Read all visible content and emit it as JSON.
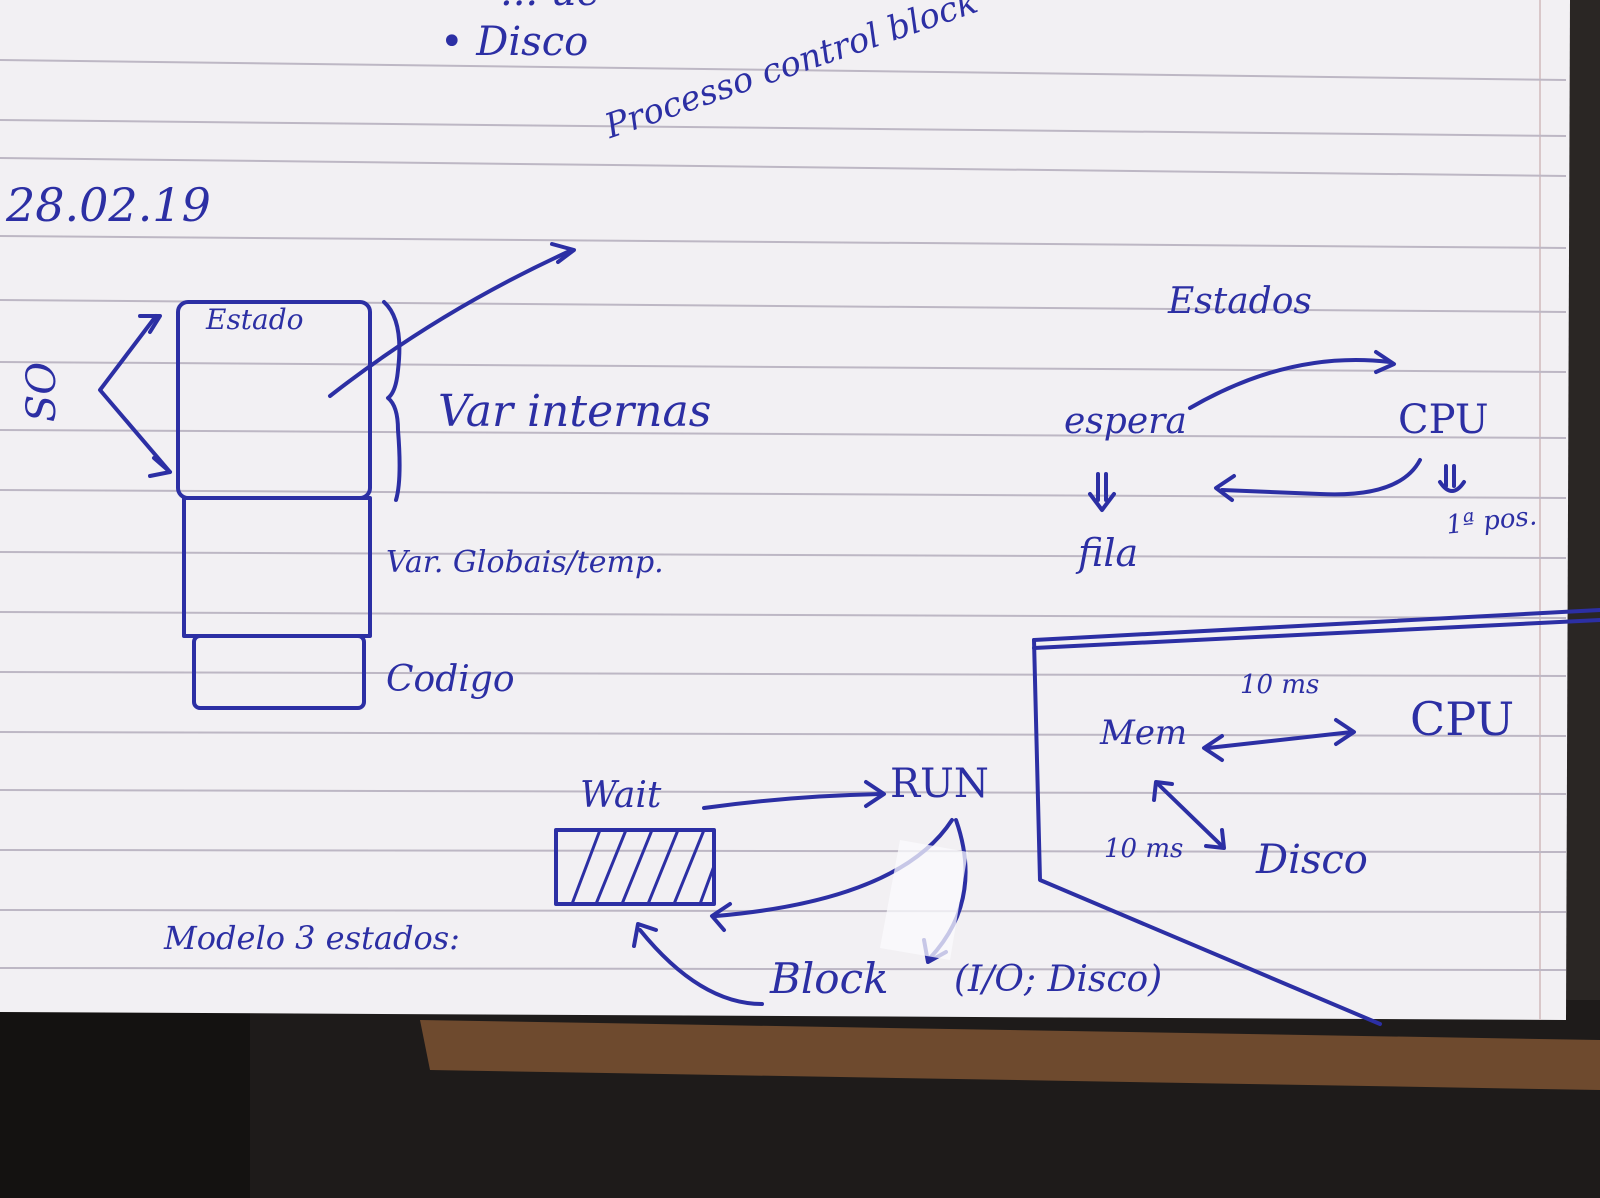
{
  "note": {
    "top_cut": "... ue",
    "bullet_disco": "• Disco",
    "date": "28.02.19",
    "pcb_label": "Processo control block",
    "so_label": "SO",
    "estado_label": "Estado",
    "var_internas": "Var internas",
    "var_globais": "Var. Globais/temp.",
    "codigo": "Codigo",
    "estados_title": "Estados",
    "espera": "espera",
    "cpu_top": "CPU",
    "fila": "fila",
    "primeira_pos": "1ª pos.",
    "mem": "Mem",
    "ms_top": "10 ms",
    "cpu_mid": "CPU",
    "ms_bottom": "10 ms",
    "disco": "Disco",
    "wait": "Wait",
    "run": "RUN",
    "block": "Block",
    "io": "(I/O; Disco)",
    "modelo": "Modelo 3 estados:"
  },
  "colors": {
    "ink": "#2c2fa4",
    "paper": "#f2f0f3",
    "rule_line": "#b9b3bf",
    "desk": "#2a2624",
    "wood": "#6e4a2e"
  }
}
